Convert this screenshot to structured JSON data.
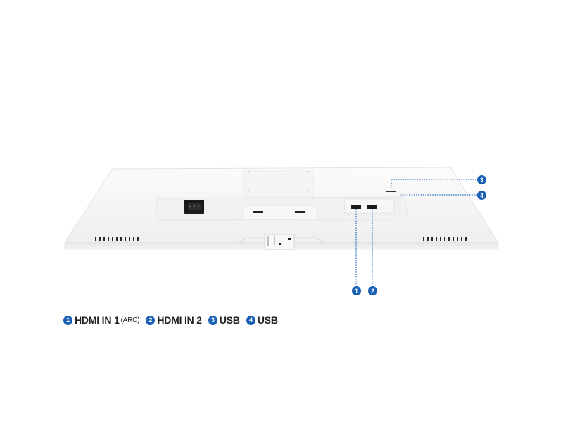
{
  "product_image": {
    "description": "Rear view of white monitor showing input ports",
    "accent_color": "#1a5fb4"
  },
  "callouts": [
    {
      "number": "1",
      "port": "HDMI IN 1"
    },
    {
      "number": "2",
      "port": "HDMI IN 2"
    },
    {
      "number": "3",
      "port": "USB"
    },
    {
      "number": "4",
      "port": "USB"
    }
  ],
  "legend": [
    {
      "number": "1",
      "label": "HDMI IN 1",
      "suffix": "(ARC)"
    },
    {
      "number": "2",
      "label": "HDMI IN 2",
      "suffix": ""
    },
    {
      "number": "3",
      "label": "USB",
      "suffix": ""
    },
    {
      "number": "4",
      "label": "USB",
      "suffix": ""
    }
  ]
}
